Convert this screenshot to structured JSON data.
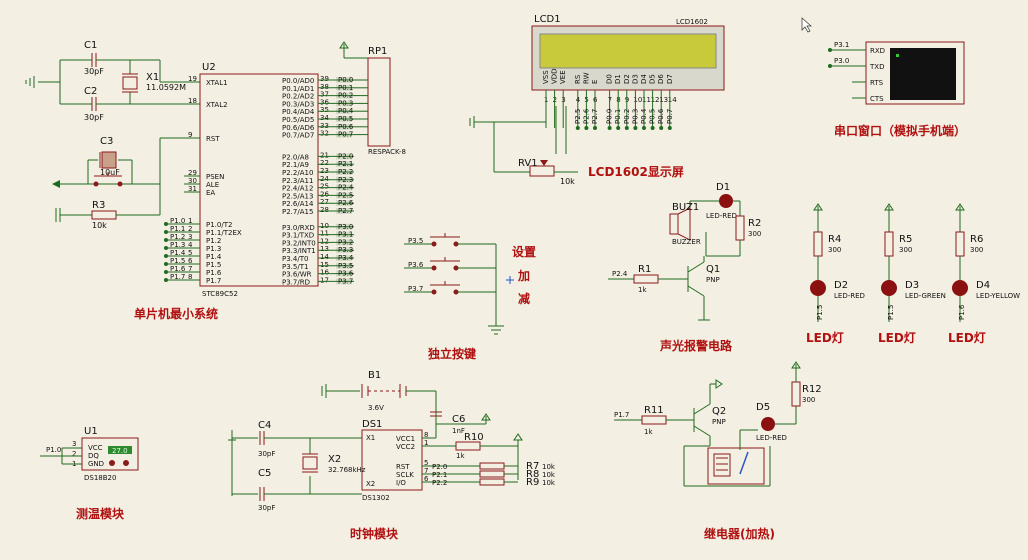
{
  "sections": {
    "mcu": "单片机最小系统",
    "buttons": "独立按键",
    "lcd": "LCD1602显示屏",
    "alarm": "声光报警电路",
    "serial": "串口窗口（模拟手机端）",
    "led1": "LED灯",
    "led2": "LED灯",
    "led3": "LED灯",
    "temp": "测温模块",
    "clock": "时钟模块",
    "relay": "继电器(加热)"
  },
  "button_labels": [
    "设置",
    "加",
    "减"
  ],
  "mcu": {
    "ref": "U2",
    "part": "STC89C52",
    "left_pins": [
      "XTAL1",
      "XTAL2",
      "RST",
      "PSEN",
      "ALE",
      "EA",
      "P1.0/T2",
      "P1.1/T2EX",
      "P1.2",
      "P1.3",
      "P1.4",
      "P1.5",
      "P1.6",
      "P1.7"
    ],
    "left_nums": [
      "19",
      "18",
      "9",
      "29",
      "30",
      "31",
      "1",
      "2",
      "3",
      "4",
      "5",
      "6",
      "7",
      "8"
    ],
    "right_pins": [
      "P0.0/AD0",
      "P0.1/AD1",
      "P0.2/AD2",
      "P0.3/AD3",
      "P0.4/AD4",
      "P0.5/AD5",
      "P0.6/AD6",
      "P0.7/AD7",
      "P2.0/A8",
      "P2.1/A9",
      "P2.2/A10",
      "P2.3/A11",
      "P2.4/A12",
      "P2.5/A13",
      "P2.6/A14",
      "P2.7/A15",
      "P3.0/RXD",
      "P3.1/TXD",
      "P3.2/INT0",
      "P3.3/INT1",
      "P3.4/T0",
      "P3.5/T1",
      "P3.6/WR",
      "P3.7/RD"
    ],
    "right_nums": [
      "39",
      "38",
      "37",
      "36",
      "35",
      "34",
      "33",
      "32",
      "21",
      "22",
      "23",
      "24",
      "25",
      "26",
      "27",
      "28",
      "10",
      "11",
      "12",
      "13",
      "14",
      "15",
      "16",
      "17"
    ],
    "right_nets": [
      "P0.0",
      "P0.1",
      "P0.2",
      "P0.3",
      "P0.4",
      "P0.5",
      "P0.6",
      "P0.7",
      "P2.0",
      "P2.1",
      "P2.2",
      "P2.3",
      "P2.4",
      "P2.5",
      "P2.6",
      "P2.7",
      "P3.0",
      "P3.1",
      "P3.2",
      "P3.3",
      "P3.4",
      "P3.5",
      "P3.6",
      "P3.7"
    ],
    "left_nets": [
      "P1.0",
      "P1.1",
      "P1.2",
      "P1.3",
      "P1.4",
      "P1.5",
      "P1.6",
      "P1.7"
    ]
  },
  "crystal": {
    "c1": "C1",
    "c1v": "30pF",
    "c2": "C2",
    "c2v": "30pF",
    "x1": "X1",
    "x1v": "11.0592M"
  },
  "reset": {
    "c3": "C3",
    "c3v": "10uF",
    "r3": "R3",
    "r3v": "10k"
  },
  "rp": {
    "ref": "RP1",
    "part": "RESPACK-8"
  },
  "lcd": {
    "ref": "LCD1",
    "part": "LCD1602",
    "pins": [
      "VSS",
      "VDD",
      "VEE",
      "RS",
      "RW",
      "E",
      "D0",
      "D1",
      "D2",
      "D3",
      "D4",
      "D5",
      "D6",
      "D7"
    ],
    "nums": [
      "1",
      "2",
      "3",
      "4",
      "5",
      "6",
      "7",
      "8",
      "9",
      "10",
      "11",
      "12",
      "13",
      "14"
    ],
    "nets": [
      "P2.5",
      "P2.6",
      "P2.7",
      "P0.0",
      "P0.1",
      "P0.2",
      "P0.3",
      "P0.4",
      "P0.5",
      "P0.6",
      "P0.7"
    ],
    "rv": "RV1",
    "rvv": "10k"
  },
  "serial": {
    "ref1": "P3.1",
    "ref2": "P3.0",
    "pins": [
      "RXD",
      "TXD",
      "RTS",
      "CTS"
    ]
  },
  "buttons": {
    "nets": [
      "P3.5",
      "P3.6",
      "P3.7"
    ]
  },
  "alarm": {
    "buz": "BUZ1",
    "buzp": "BUZZER",
    "d1": "D1",
    "d1p": "LED-RED",
    "r2": "R2",
    "r2v": "300",
    "r1": "R1",
    "r1v": "1k",
    "q1": "Q1",
    "q1p": "PNP",
    "net": "P2.4"
  },
  "leds": [
    {
      "r": "R4",
      "rv": "300",
      "d": "D2",
      "dp": "LED-RED",
      "net": "P1.5"
    },
    {
      "r": "R5",
      "rv": "300",
      "d": "D3",
      "dp": "LED-GREEN",
      "net": "P1.5"
    },
    {
      "r": "R6",
      "rv": "300",
      "d": "D4",
      "dp": "LED-YELLOW",
      "net": "P1.6"
    }
  ],
  "temp": {
    "ref": "U1",
    "part": "DS18B20",
    "net": "P1.0",
    "pins": [
      "VCC",
      "DQ",
      "GND"
    ],
    "nums": [
      "3",
      "2",
      "1"
    ],
    "reading": "27.0"
  },
  "clock": {
    "ref": "DS1",
    "part": "DS1302",
    "b1": "B1",
    "b1v": "3.6V",
    "c4": "C4",
    "c4v": "30pF",
    "c5": "C5",
    "c5v": "30pF",
    "x2": "X2",
    "x2v": "32.768kHz",
    "c6": "C6",
    "c6v": "1nF",
    "r10": "R10",
    "r10v": "1k",
    "pins_l": [
      "X1",
      "X2"
    ],
    "pins_r": [
      "VCC1",
      "VCC2",
      "RST",
      "SCLK",
      "I/O"
    ],
    "nums_r": [
      "8",
      "1",
      "5",
      "7",
      "6"
    ],
    "nets": [
      "P2.0",
      "P2.1",
      "P2.2"
    ],
    "r7": "R7",
    "r8": "R8",
    "r9": "R9",
    "rv": "10k"
  },
  "relay": {
    "r11": "R11",
    "r11v": "1k",
    "q2": "Q2",
    "q2p": "PNP",
    "d5": "D5",
    "d5p": "LED-RED",
    "r12": "R12",
    "r12v": "300",
    "net": "P1.7"
  }
}
